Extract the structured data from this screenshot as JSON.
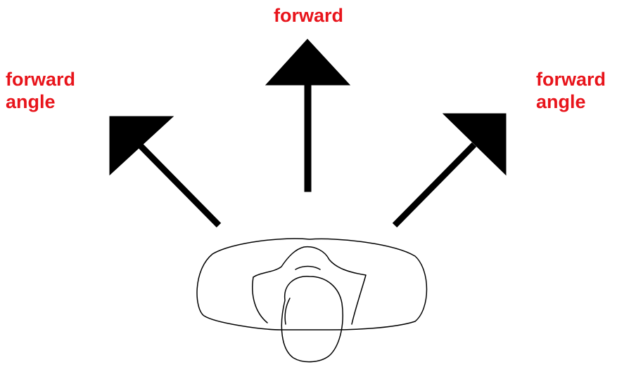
{
  "labels": {
    "top": "forward",
    "left_line1": "forward",
    "left_line2": "angle",
    "right_line1": "forward",
    "right_line2": "angle"
  },
  "colors": {
    "label": "#e8141b",
    "arrow": "#000000",
    "outline": "#000000"
  },
  "icons": {
    "figure": "person-top-view-icon",
    "arrows": [
      "arrow-up-left-icon",
      "arrow-up-icon",
      "arrow-up-right-icon"
    ]
  }
}
